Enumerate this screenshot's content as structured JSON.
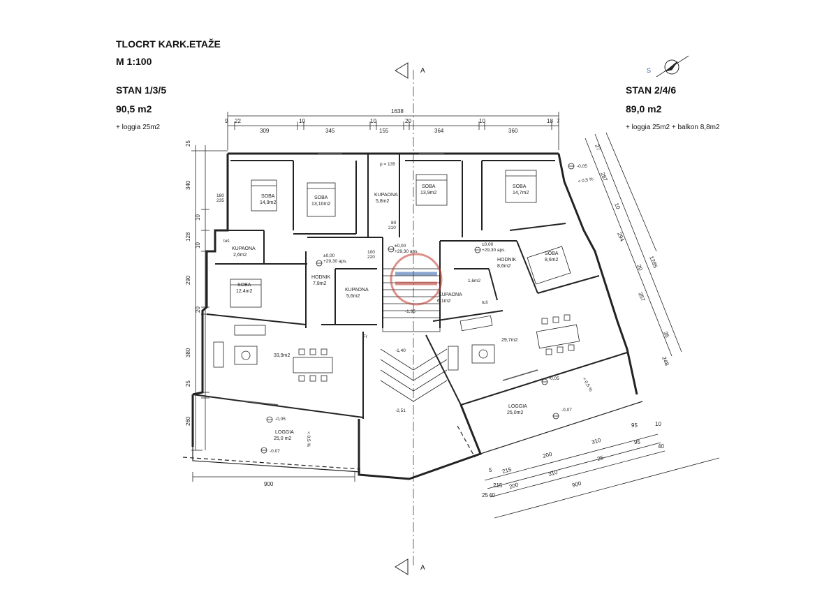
{
  "header": {
    "title": "TLOCRT KARK.ETAŽE",
    "scale": "M 1:100",
    "left_unit": {
      "name": "STAN 1/3/5",
      "area": "90,5 m2",
      "extra": "+ loggia 25m2"
    },
    "right_unit": {
      "name": "STAN 2/4/6",
      "area": "89,0 m2",
      "extra": "+ loggia 25m2 + balkon 8,8m2"
    }
  },
  "section_mark": "A",
  "north_label": "S",
  "top_dims": {
    "total": "1638",
    "parts": [
      "9",
      "22",
      "309",
      "10",
      "345",
      "10",
      "155",
      "20",
      "364",
      "10",
      "360",
      "18",
      "7"
    ]
  },
  "left_dims": [
    "25",
    "340",
    "10",
    "128",
    "10",
    "290",
    "20",
    "380",
    "25",
    "260"
  ],
  "right_dims": [
    "27",
    "287",
    "10",
    "294",
    "20",
    "357",
    "35",
    "248",
    "1285"
  ],
  "bottom_left_dim": "900",
  "bottom_right_dims": [
    "10",
    "95",
    "95",
    "310",
    "200",
    "215",
    "5",
    "25",
    "310",
    "200",
    "215",
    "40",
    "25",
    "40",
    "900"
  ],
  "rooms": [
    {
      "label": "SOBA",
      "area": "14,9m2"
    },
    {
      "label": "SOBA",
      "area": "13,10m2"
    },
    {
      "label": "KUPAONA",
      "area": "5,8m2"
    },
    {
      "label": "SOBA",
      "area": "13,9m2"
    },
    {
      "label": "SOBA",
      "area": "14,7m2"
    },
    {
      "label": "KUPAONA",
      "area": "2,6m2"
    },
    {
      "label": "HODNIK",
      "area": "7,8m2"
    },
    {
      "label": "KUPAONA",
      "area": "5,6m2"
    },
    {
      "label": "SOBA",
      "area": "12,4m2"
    },
    {
      "label": "HODNIK",
      "area": "8,6m2"
    },
    {
      "label": "SOBA",
      "area": "8,6m2"
    },
    {
      "label": "KUPAONA",
      "area": "6,1m2"
    },
    {
      "label": "",
      "area": "33,9m2"
    },
    {
      "label": "",
      "area": "29,7m2"
    },
    {
      "label": "LOGGIA",
      "area": "25,0 m2"
    },
    {
      "label": "LOGGIA",
      "area": "25,0m2"
    }
  ],
  "levels": {
    "l1": "±0,00",
    "l1b": "+29,30 aps.",
    "l2": "±0,00",
    "l2b": "+29,30 aps.",
    "l3": "±0,00",
    "l3b": "+29,30 aps.",
    "stair1": "-1,35",
    "stair2": "-1,40",
    "stair3": "-2,51",
    "loggia_l1": "-0,05",
    "loggia_l2": "-0,07",
    "loggia_r1": "-0,05",
    "loggia_r2": "-0,07",
    "top_right": "-0,05"
  },
  "misc": {
    "tus": "tuš",
    "tus2": "tuš",
    "slope": "< 0,5 %",
    "slope2": "< 0,5 %",
    "slope3": "< 0,5 %",
    "fr": "Fr",
    "area_small": "1,6m2",
    "p": "p = 135",
    "w1": "180",
    "w1b": "235",
    "w2": "80",
    "w2b": "210",
    "w3": "100",
    "w3b": "220"
  }
}
